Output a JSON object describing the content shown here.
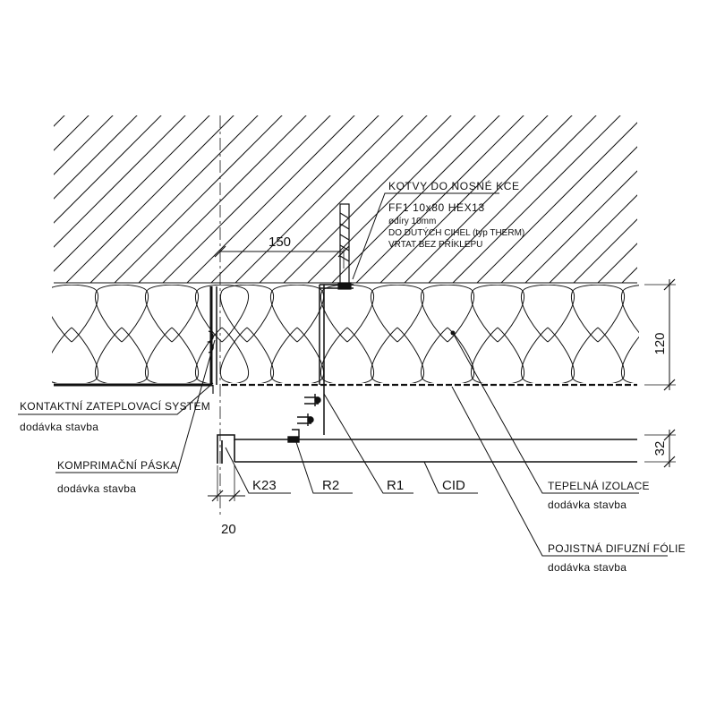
{
  "labels": {
    "anchors_title": "KOTVY DO NOSNÉ KCE",
    "anchors_line1": "FF1 10x80 HEX13",
    "anchors_line2": "ødíry 10mm",
    "anchors_line3": "DO DUTÝCH CIHEL (typ THERM)",
    "anchors_line4": "VRTAT BEZ PŘÍKLEPU",
    "etics": "KONTAKTNÍ ZATEPLOVACÍ SYSTÉM",
    "etics_sub": "dodávka stavba",
    "tape": "KOMPRIMAČNÍ PÁSKA",
    "tape_sub": "dodávka stavba",
    "insulation": "TEPELNÁ IZOLACE",
    "insulation_sub": "dodávka stavba",
    "foil": "POJISTNÁ DIFUZNÍ FÓLIE",
    "foil_sub": "dodávka stavba",
    "k23": "K23",
    "r2": "R2",
    "r1": "R1",
    "cid": "CID"
  },
  "dimensions": {
    "d150": "150",
    "d120": "120",
    "d32": "32",
    "d20": "20"
  }
}
